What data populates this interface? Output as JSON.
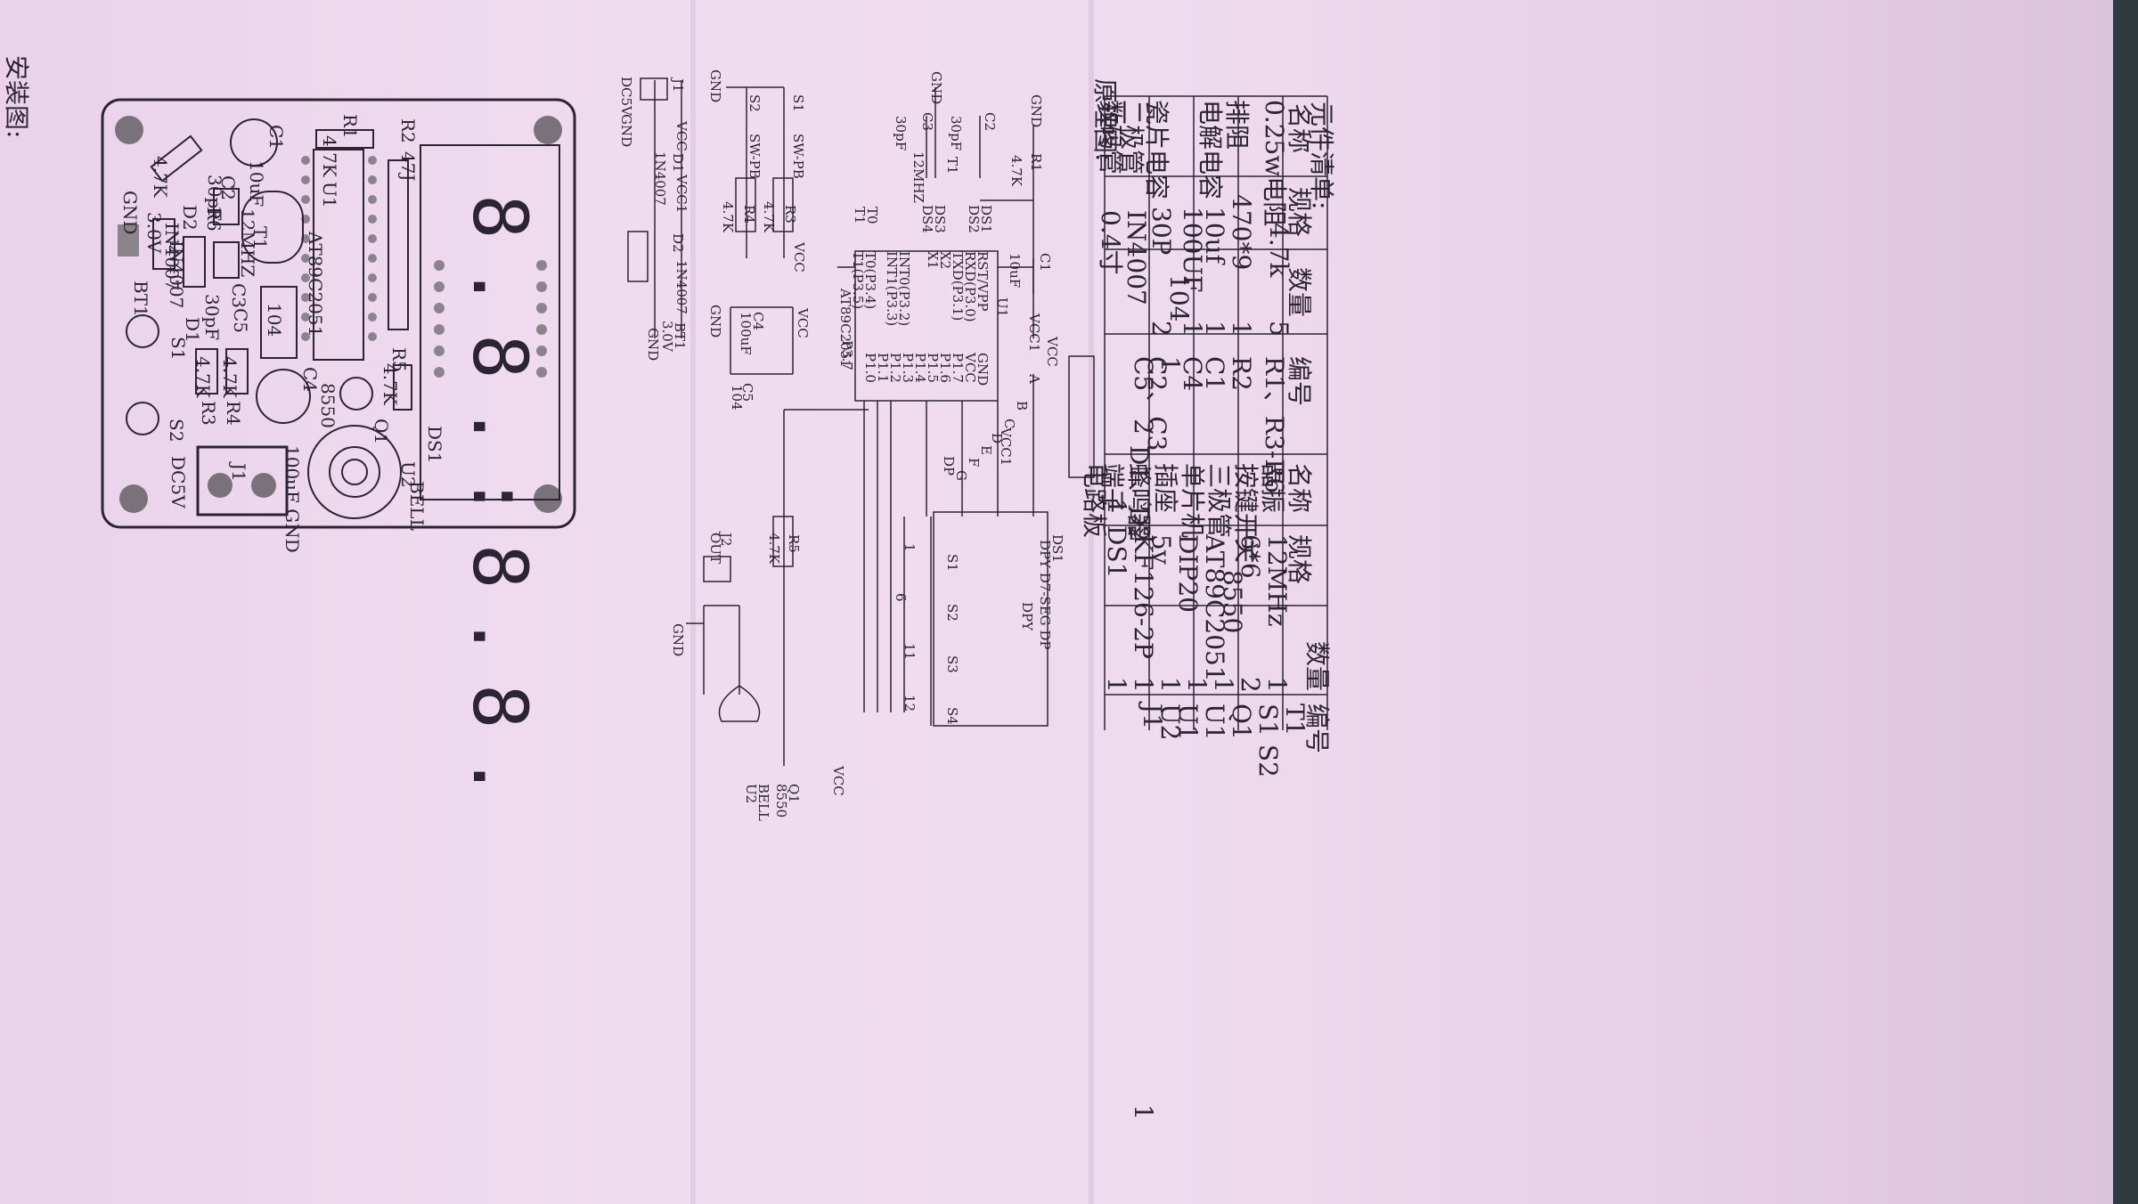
{
  "install_label": "安装图:",
  "schematic_label": "原理图:",
  "bom_title": "元件清单:",
  "bom_left": {
    "headers": [
      "名称",
      "规格",
      "数量",
      "编号"
    ],
    "rows": [
      [
        "0.25w电阻",
        "4.7k",
        "5",
        "R1、R3-R6"
      ],
      [
        "排阻",
        "470*9",
        "1",
        "R2"
      ],
      [
        "电解电容",
        "10uf",
        "1",
        "C1"
      ],
      [
        "",
        "100UF",
        "1",
        "C4"
      ],
      [
        "瓷片电容",
        "30P",
        "2",
        "C2、C3"
      ],
      [
        "",
        "104",
        "1",
        "C5"
      ],
      [
        "二极管",
        "IN4007",
        "2",
        "D1、D2"
      ],
      [
        "数码管",
        "0.4寸",
        "1",
        "DS1"
      ]
    ]
  },
  "bom_right": {
    "headers": [
      "名称",
      "规格",
      "数量",
      "编号"
    ],
    "rows": [
      [
        "晶振",
        "12MHz",
        "1",
        "T1"
      ],
      [
        "按键开关",
        "6*6",
        "2",
        "S1 S2"
      ],
      [
        "三极管",
        "8550",
        "1",
        "Q1"
      ],
      [
        "单片机",
        "AT89C2051",
        "1",
        "U1"
      ],
      [
        "插座",
        "DIP20",
        "1",
        "U1"
      ],
      [
        "蜂鸣器",
        "5v",
        "1",
        "U2"
      ],
      [
        "端子",
        "KF126-2P",
        "1",
        "J1"
      ],
      [
        "电路板",
        "",
        "1",
        ""
      ]
    ]
  },
  "pcb": {
    "labels": [
      "R1",
      "4.7K",
      "R2",
      "47J",
      "C1",
      "10uF",
      "R6",
      "4.7K",
      "C2",
      "30pF",
      "T1",
      "12MHZ",
      "U1",
      "AT89C2051",
      "D2",
      "IN4007",
      "3.0V",
      "GND",
      "BT1",
      "D1",
      "IN4007",
      "C3",
      "30pF",
      "C5",
      "104",
      "C4",
      "8550",
      "Q1",
      "R5",
      "4.7K",
      "DS1",
      "S1",
      "S2",
      "R3",
      "4.7K",
      "R4",
      "4.7K",
      "J1",
      "DC5V",
      "100uF GND",
      "U2",
      "BELL"
    ],
    "display_digits": "8.8.:8.8."
  },
  "schematic": {
    "labels": [
      "GND",
      "R1",
      "4.7K",
      "C1",
      "10uF",
      "VCC1",
      "GND",
      "C2",
      "30pF",
      "C3",
      "30pF",
      "T1",
      "12MHZ",
      "U1",
      "AT89C2051",
      "RST/VPP",
      "RXD(P3.0)",
      "TXD(P3.1)",
      "X2",
      "X1",
      "INT0(P3.2)",
      "INT1(P3.3)",
      "T0(P3.4)",
      "T1(P3.5)",
      "P3.7",
      "GND",
      "VCC",
      "P1.7",
      "P1.6",
      "P1.5",
      "P1.4",
      "P1.3",
      "P1.2",
      "P1.1",
      "P1.0",
      "DS1",
      "DS2",
      "DS3",
      "DS4",
      "T0",
      "T1",
      "GND",
      "S1",
      "SW-PB",
      "S2",
      "SW-PB",
      "R3",
      "4.7K",
      "R4",
      "4.7K",
      "VCC",
      "J1",
      "DC5V",
      "GND",
      "D1",
      "1N4007",
      "D2",
      "1N4007",
      "BT1",
      "3.0V",
      "VCC",
      "VCC1",
      "GND",
      "C4",
      "100uF",
      "C5",
      "104",
      "VCC",
      "GND",
      "VCC1",
      "VCC",
      "A",
      "B",
      "C",
      "D",
      "E",
      "F",
      "G",
      "DP",
      "R5",
      "4.7K",
      "J2",
      "OUT",
      "Q1",
      "8550",
      "VCC",
      "GND",
      "U2",
      "BELL",
      "DS1",
      "DPY D7-SEG DP",
      "DPY",
      "S1",
      "S2",
      "S3",
      "S4",
      "1",
      "6",
      "11",
      "12"
    ]
  }
}
